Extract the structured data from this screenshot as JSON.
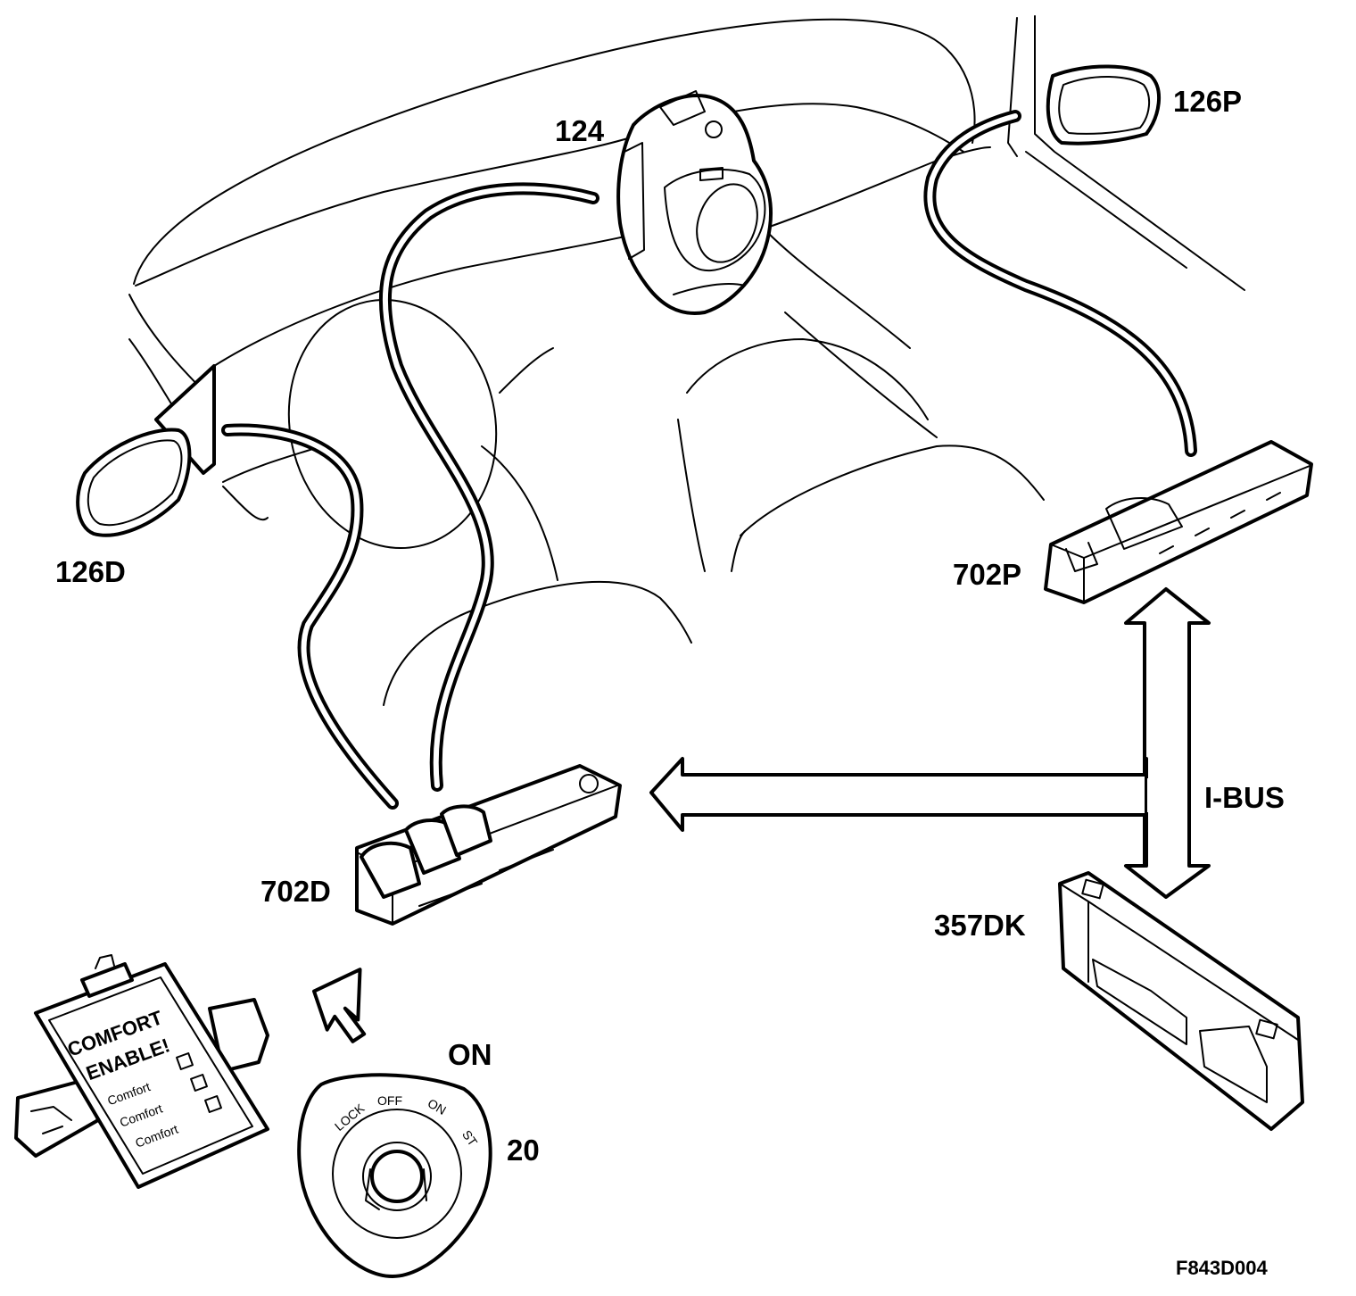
{
  "diagram": {
    "labels": {
      "mirror_passenger": "126P",
      "mirror_switch": "124",
      "mirror_driver": "126D",
      "door_module_passenger": "702P",
      "door_module_driver": "702D",
      "central_module": "357DK",
      "bus": "I-BUS",
      "ignition": "20",
      "ignition_state": "ON",
      "figure_code": "F843D004"
    },
    "ignition_positions": [
      "LOCK",
      "OFF",
      "ON",
      "ST"
    ],
    "notepad": {
      "line1": "COMFORT",
      "line2": "ENABLE!",
      "items": [
        "Comfort",
        "Comfort",
        "Comfort"
      ]
    }
  }
}
